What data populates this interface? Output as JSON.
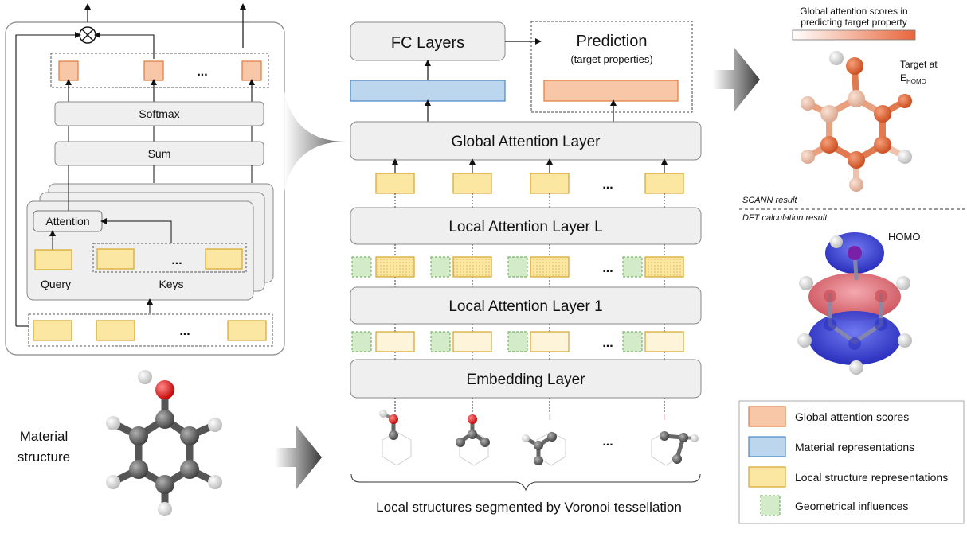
{
  "left_panel": {
    "softmax": "Softmax",
    "sum": "Sum",
    "attention": "Attention",
    "query": "Query",
    "keys": "Keys",
    "ellipsis": "...",
    "material_structure_line1": "Material",
    "material_structure_line2": "structure"
  },
  "center_panel": {
    "fc_layers": "FC Layers",
    "prediction": "Prediction",
    "prediction_sub": "(target properties)",
    "global_attention_layer": "Global Attention Layer",
    "local_attention_layer_L": "Local Attention Layer L",
    "local_attention_layer_1": "Local Attention Layer 1",
    "embedding_layer": "Embedding Layer",
    "caption": "Local structures segmented by Voronoi tessellation",
    "ellipsis": "..."
  },
  "right_panel": {
    "scores_title_line1": "Global attention scores in",
    "scores_title_line2": "predicting target property",
    "target_line1": "Target at",
    "target_line2_main": "E",
    "target_line2_sub": "HOMO",
    "scann_result": "SCANN result",
    "dft_result": "DFT calculation result",
    "homo": "HOMO"
  },
  "legend": [
    {
      "label": "Global attention scores",
      "color": "#f8c7a8",
      "border": "#e07a3a"
    },
    {
      "label": "Material representations",
      "color": "#bcd6ee",
      "border": "#4a86c5"
    },
    {
      "label": "Local structure representations",
      "color": "#fbe6a2",
      "border": "#d5a52c"
    },
    {
      "label": "Geometrical influences",
      "color": "#d3ebc8",
      "border": "#7cb36c"
    }
  ],
  "colors": {
    "orange": "#f8c7a8",
    "orange_border": "#e07a3a",
    "blue": "#bcd6ee",
    "blue_border": "#4a86c5",
    "yellow": "#fbe6a2",
    "yellow_border": "#d5a52c",
    "green": "#d3ebc8",
    "green_border": "#7cb36c",
    "layer_fill": "#efefef",
    "layer_border": "#8a8a8a"
  }
}
